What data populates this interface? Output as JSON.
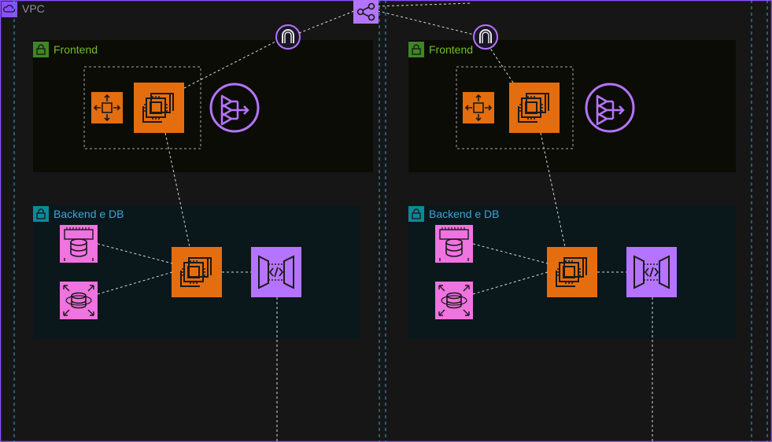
{
  "vpc": {
    "label": "VPC",
    "icon": "vpc-cloud-icon"
  },
  "columns": [
    {
      "frontend": {
        "label": "Frontend",
        "icon": "lock-icon"
      },
      "backend": {
        "label": "Backend e DB",
        "icon": "lock-icon"
      }
    },
    {
      "frontend": {
        "label": "Frontend",
        "icon": "lock-icon"
      },
      "backend": {
        "label": "Backend e DB",
        "icon": "lock-icon"
      }
    }
  ],
  "colors": {
    "background": "#161617",
    "vpc_border": "#8c4fff",
    "public_subnet_fill": "#0b0c06",
    "private_subnet_fill": "#0a171b",
    "frontend_green": "#3f8624",
    "backend_teal": "#0b8a98",
    "compute_orange": "#e46e0f",
    "network_purple": "#b574ff",
    "database_pink": "#ef73e0"
  },
  "icons": [
    "vpc-cloud-icon",
    "lock-icon",
    "ec2-instance-icon",
    "auto-scaling-icon",
    "internet-gateway-icon",
    "network-load-balancer-icon",
    "rds-instance-icon",
    "aurora-cluster-icon",
    "api-gateway-icon",
    "route-table-icon"
  ]
}
